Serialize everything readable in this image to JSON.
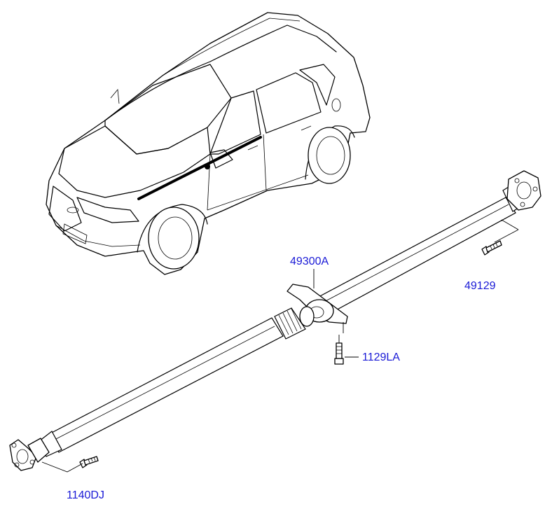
{
  "labels": {
    "center_bearing": "49300A",
    "rear_bolt": "49129",
    "bearing_bolt": "1129LA",
    "front_bolt": "1140DJ"
  },
  "colors": {
    "label": "#1a1ad6",
    "line": "#000000",
    "background": "#ffffff"
  }
}
